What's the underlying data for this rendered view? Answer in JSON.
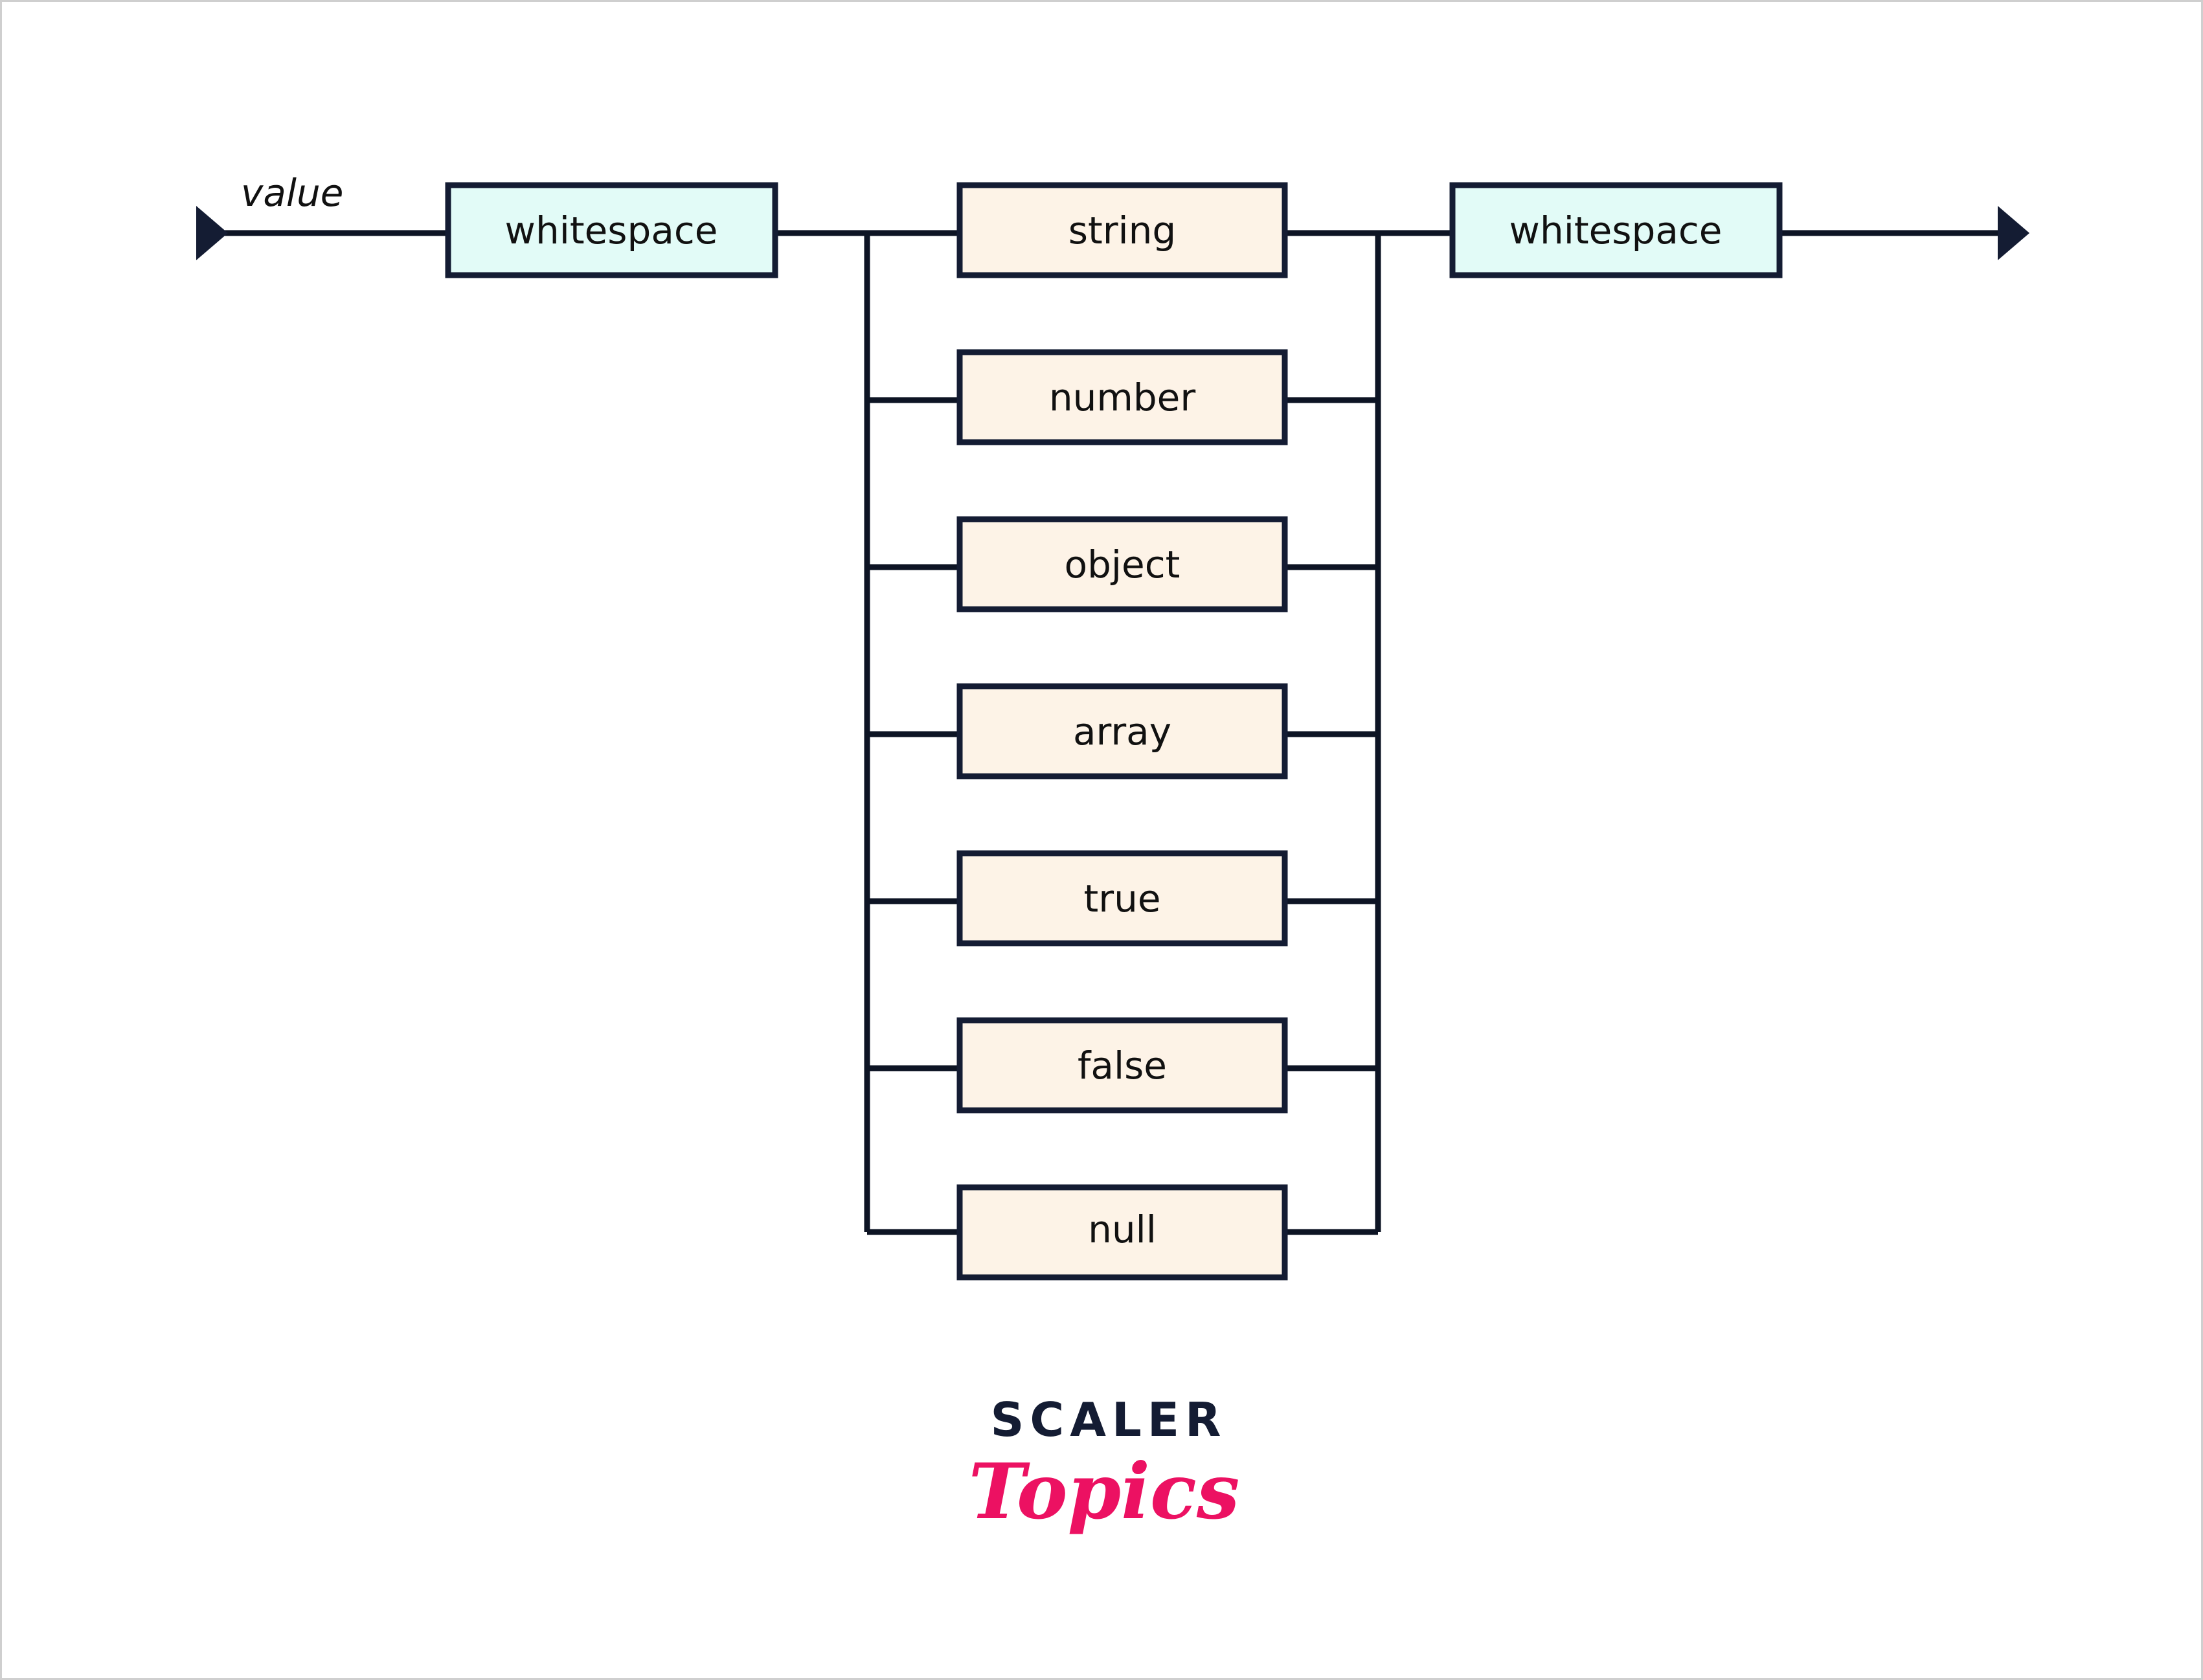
{
  "diagram": {
    "type": "railroad-syntax-diagram",
    "title_label": "value",
    "page_background": "#ffffff",
    "line_color": "#0d1424",
    "box_border_color": "#141c33",
    "terminal_fill": "#fdf3e7",
    "nonterminal_fill": "#e2fbf7",
    "start_arrow": "start-arrow-icon",
    "end_arrow": "end-arrow-icon",
    "sequence": [
      {
        "id": "ws-left",
        "label": "whitespace",
        "kind": "nonterminal",
        "fill": "#e2fbf7"
      },
      {
        "id": "choice",
        "kind": "alternation"
      },
      {
        "id": "ws-right",
        "label": "whitespace",
        "kind": "nonterminal",
        "fill": "#e2fbf7"
      }
    ],
    "alternatives": [
      {
        "id": "string",
        "label": "string",
        "kind": "terminal",
        "fill": "#fdf3e7"
      },
      {
        "id": "number",
        "label": "number",
        "kind": "terminal",
        "fill": "#fdf3e7"
      },
      {
        "id": "object",
        "label": "object",
        "kind": "terminal",
        "fill": "#fdf3e7"
      },
      {
        "id": "array",
        "label": "array",
        "kind": "terminal",
        "fill": "#fdf3e7"
      },
      {
        "id": "true",
        "label": "true",
        "kind": "terminal",
        "fill": "#fdf3e7"
      },
      {
        "id": "false",
        "label": "false",
        "kind": "terminal",
        "fill": "#fdf3e7"
      },
      {
        "id": "null",
        "label": "null",
        "kind": "terminal",
        "fill": "#fdf3e7"
      }
    ]
  },
  "logo": {
    "top_text": "SCALER",
    "bottom_text": "Topics",
    "top_color": "#141c33",
    "bottom_color": "#ec1162"
  }
}
